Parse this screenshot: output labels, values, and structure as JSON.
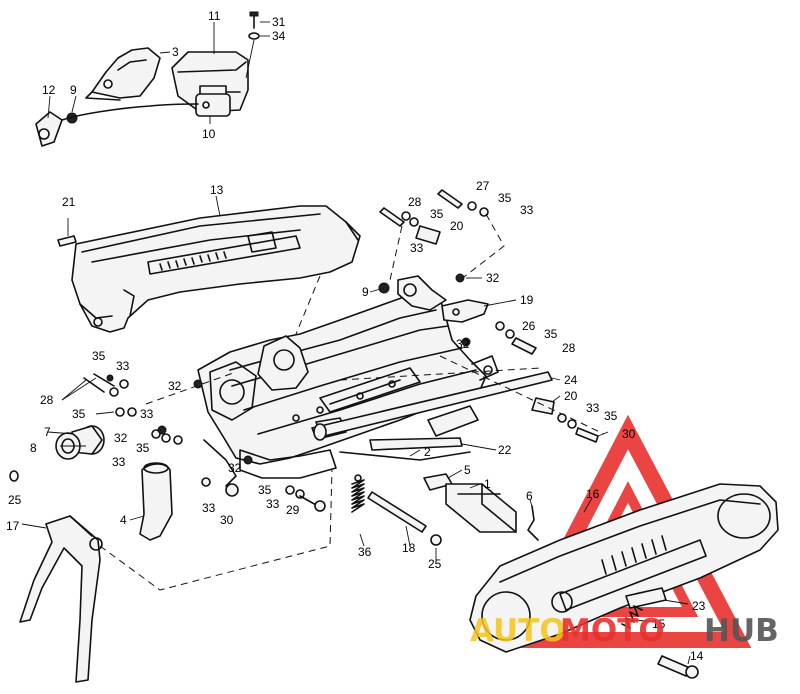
{
  "callouts": {
    "c1": "1",
    "c2": "2",
    "c3": "3",
    "c4": "4",
    "c5": "5",
    "c6": "6",
    "c7": "7",
    "c8": "8",
    "c9a": "9",
    "c9b": "9",
    "c10": "10",
    "c11": "11",
    "c12": "12",
    "c13": "13",
    "c14": "14",
    "c15": "15",
    "c16": "16",
    "c17": "17",
    "c18": "18",
    "c19": "19",
    "c20a": "20",
    "c20b": "20",
    "c21": "21",
    "c22": "22",
    "c23": "23",
    "c24": "24",
    "c25a": "25",
    "c25b": "25",
    "c26": "26",
    "c27": "27",
    "c28a": "28",
    "c28b": "28",
    "c28c": "28",
    "c29": "29",
    "c30a": "30",
    "c30b": "30",
    "c31": "31",
    "c32a": "32",
    "c32b": "32",
    "c32c": "32",
    "c32d": "32",
    "c32e": "32",
    "c33a": "33",
    "c33b": "33",
    "c33c": "33",
    "c33d": "33",
    "c33e": "33",
    "c33f": "33",
    "c33g": "33",
    "c33h": "33",
    "c34": "34",
    "c35a": "35",
    "c35b": "35",
    "c35c": "35",
    "c35d": "35",
    "c35e": "35",
    "c35f": "35",
    "c35g": "35",
    "c36": "36"
  },
  "watermark": {
    "part1": "AUTO",
    "part2": "MOTO",
    "part3": "HUB",
    "color_red": "#e8312f",
    "color_yellow": "#f5c518",
    "color_dark": "#555555"
  }
}
